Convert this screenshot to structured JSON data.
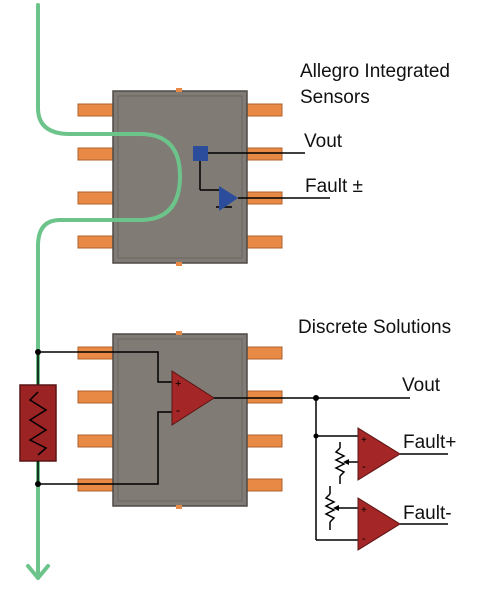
{
  "top_section": {
    "title_line1": "Allegro Integrated",
    "title_line2": "Sensors",
    "vout_label": "Vout",
    "fault_label": "Fault ±"
  },
  "bottom_section": {
    "title": "Discrete Solutions",
    "vout_label": "Vout",
    "fault_plus_label": "Fault+",
    "fault_minus_label": "Fault-",
    "opamp_plus_sign": "+",
    "opamp_minus_sign": "-"
  },
  "colors": {
    "current_path": "#6cc48a",
    "chip_body": "#807b75",
    "chip_pin": "#e88a45",
    "integrated_sensor": "#2c4d9c",
    "opamp": "#a52626",
    "shunt_resistor": "#9c2323",
    "wire": "#000000"
  },
  "icons": {
    "current_arrow": "arrow-down-icon",
    "shunt": "shunt-resistor-icon",
    "opamp": "op-amp-triangle-icon",
    "potentiometer": "potentiometer-icon"
  }
}
